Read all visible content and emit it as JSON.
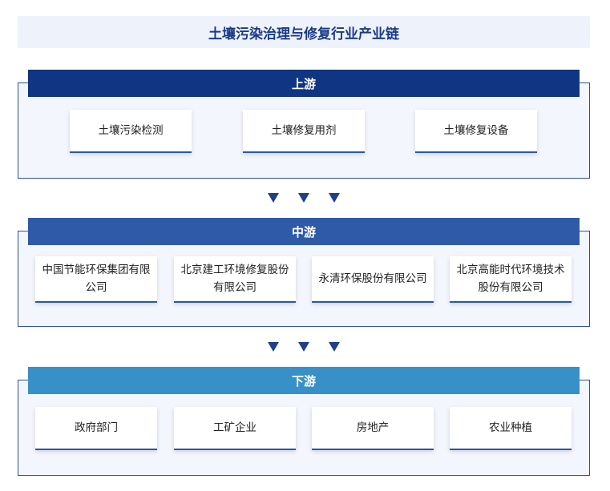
{
  "title": "土壤污染治理与修复行业产业链",
  "colors": {
    "upstream_header": "#0f3583",
    "midstream_header": "#2e5aa8",
    "downstream_header": "#3790c7",
    "frame_border": "#2d4f9e",
    "card_underline": "#2458b4",
    "arrow": "#1f3f8c"
  },
  "upstream": {
    "label": "上游",
    "items": [
      "土壤污染检测",
      "土壤修复用剂",
      "土壤修复设备"
    ]
  },
  "midstream": {
    "label": "中游",
    "items": [
      "中国节能环保集团有限公司",
      "北京建工环境修复股份有限公司",
      "永清环保股份有限公司",
      "北京高能时代环境技术股份有限公司"
    ]
  },
  "downstream": {
    "label": "下游",
    "items": [
      "政府部门",
      "工矿企业",
      "房地产",
      "农业种植"
    ]
  }
}
